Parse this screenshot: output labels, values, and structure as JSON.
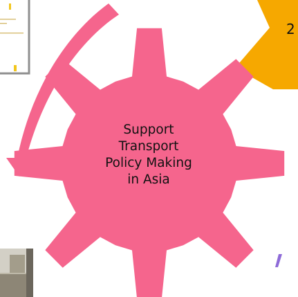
{
  "gear": {
    "label_lines": [
      "Support",
      "Transport",
      "Policy Making",
      "in Asia"
    ],
    "color": "#f5658d"
  },
  "arrow": {
    "color": "#f5658d",
    "direction": "curving-down-left"
  },
  "orange_shape": {
    "color": "#f6a800",
    "visible_text": "2"
  },
  "purple_shape": {
    "color": "#8e6bd8"
  },
  "document_thumbnail": {
    "accent": "#f2c61d"
  },
  "photo_thumbnail": {}
}
